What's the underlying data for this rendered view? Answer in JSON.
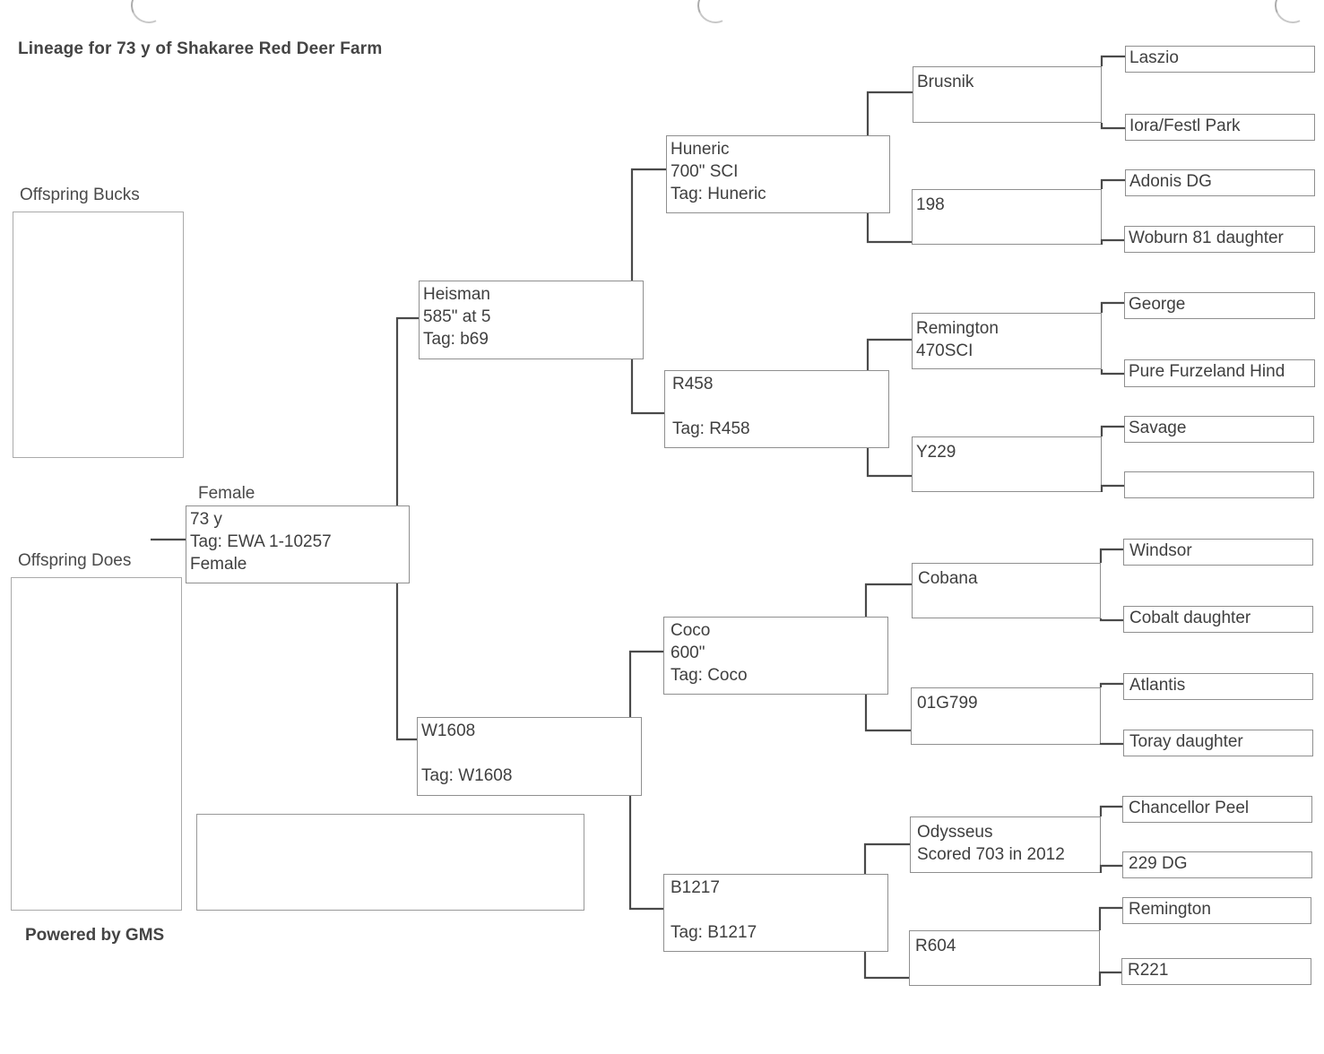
{
  "page": {
    "title": "Lineage for 73 y of Shakaree Red Deer Farm",
    "powered_by": "Powered by GMS"
  },
  "offspring": {
    "bucks_label": "Offspring Bucks",
    "does_label": "Offspring Does",
    "bucks": [],
    "does": []
  },
  "subject": {
    "sex_label": "Female",
    "lines": [
      "73 y",
      "Tag: EWA 1-10257",
      "Female"
    ]
  },
  "notes": "",
  "pedigree": {
    "sire": {
      "lines": [
        "Heisman",
        "585\" at 5",
        "Tag:  b69"
      ]
    },
    "dam": {
      "lines": [
        "W1608",
        "",
        "Tag:  W1608"
      ]
    },
    "sire_sire": {
      "lines": [
        "Huneric",
        "700\" SCI",
        "Tag: Huneric"
      ]
    },
    "sire_dam": {
      "lines": [
        "R458",
        "",
        "Tag: R458"
      ]
    },
    "dam_sire": {
      "lines": [
        "Coco",
        "600\"",
        "Tag: Coco"
      ]
    },
    "dam_dam": {
      "lines": [
        "B1217",
        "",
        "Tag: B1217"
      ]
    },
    "gen3": [
      {
        "lines": [
          "Brusnik"
        ]
      },
      {
        "lines": [
          "198"
        ]
      },
      {
        "lines": [
          "Remington",
          "470SCI"
        ]
      },
      {
        "lines": [
          "Y229"
        ]
      },
      {
        "lines": [
          "Cobana"
        ]
      },
      {
        "lines": [
          "01G799"
        ]
      },
      {
        "lines": [
          "Odysseus",
          "Scored 703 in 2012"
        ]
      },
      {
        "lines": [
          "R604"
        ]
      }
    ],
    "gen4": [
      "Laszio",
      "Iora/Festl Park",
      "Adonis DG",
      "Woburn 81 daughter",
      "George",
      "Pure Furzeland Hind",
      "Savage",
      "",
      "Windsor",
      "Cobalt daughter",
      "Atlantis",
      "Toray daughter",
      "Chancellor Peel",
      "229 DG",
      "Remington",
      "R221"
    ]
  }
}
